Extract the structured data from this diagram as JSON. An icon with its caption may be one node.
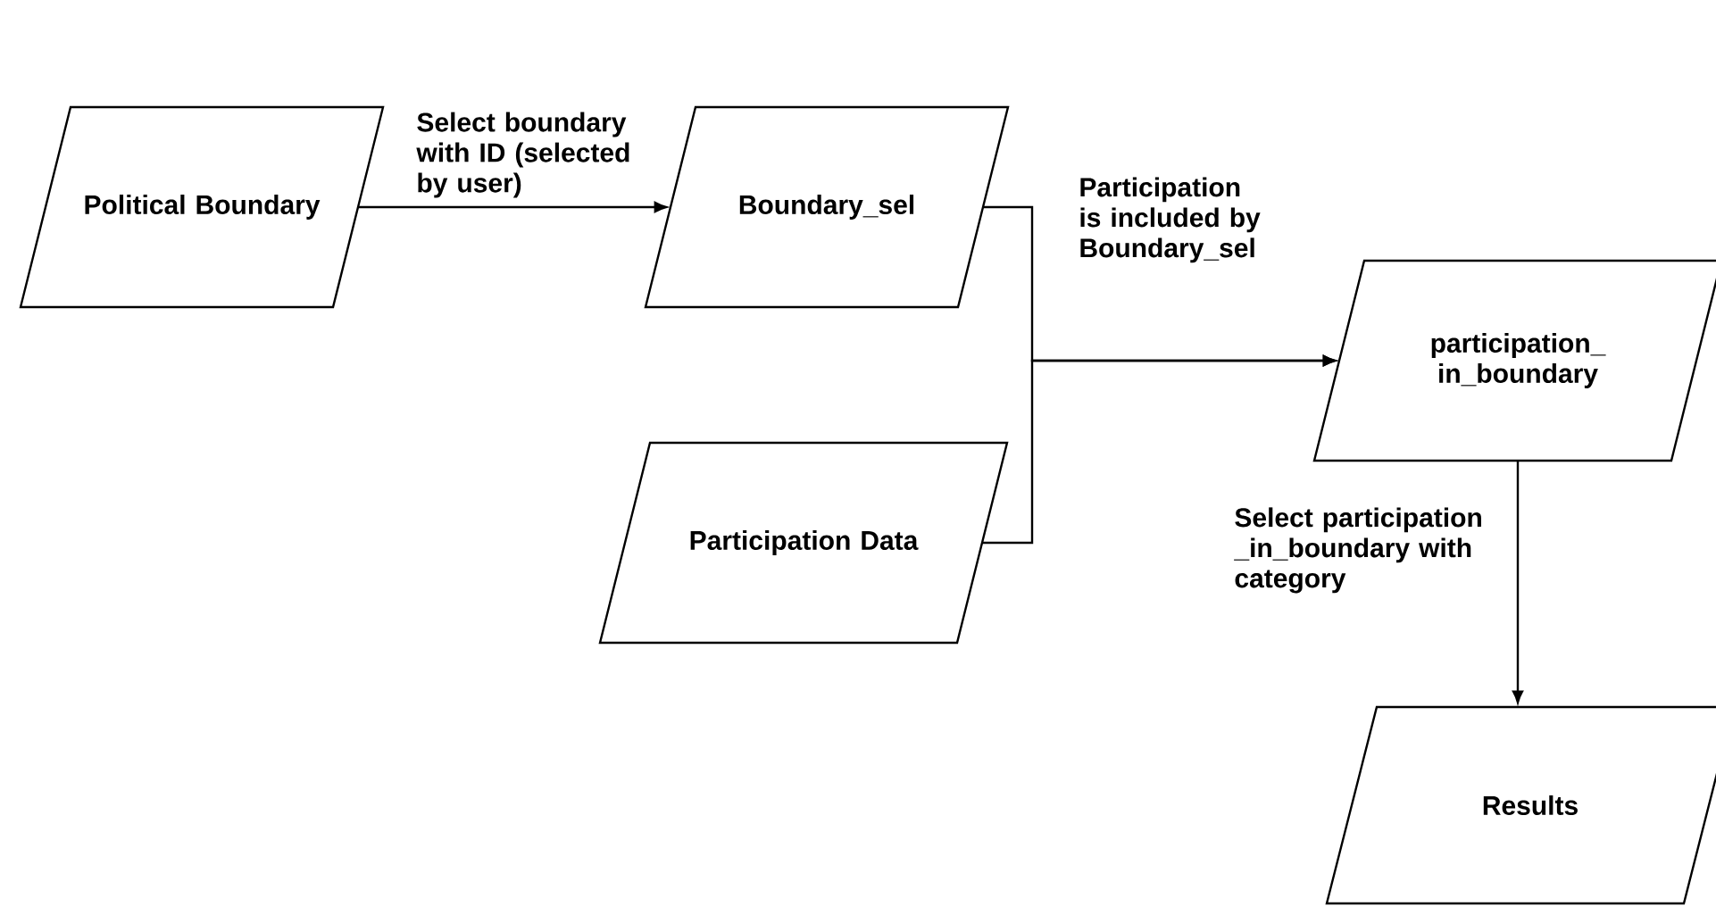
{
  "diagram": {
    "nodes": [
      {
        "text": [
          "Political Boundary"
        ]
      },
      {
        "text": [
          "Boundary_sel"
        ]
      },
      {
        "text": [
          "Participation Data"
        ]
      },
      {
        "text": [
          "participation_in_boundary"
        ]
      },
      {
        "text": [
          "Results"
        ]
      }
    ],
    "edges": [
      {
        "from": 0,
        "to": 1,
        "arrow": "to",
        "label": "Select boundary with ID (selected by user)"
      },
      {
        "from": 1,
        "to": 3,
        "arrow": "to",
        "label": "Participation is included by Boundary_sel"
      },
      {
        "from": 2,
        "to": 3,
        "arrow": "to"
      },
      {
        "from": 3,
        "to": 4,
        "arrow": "to",
        "label": "Select participation_in_boundary with category"
      }
    ]
  }
}
